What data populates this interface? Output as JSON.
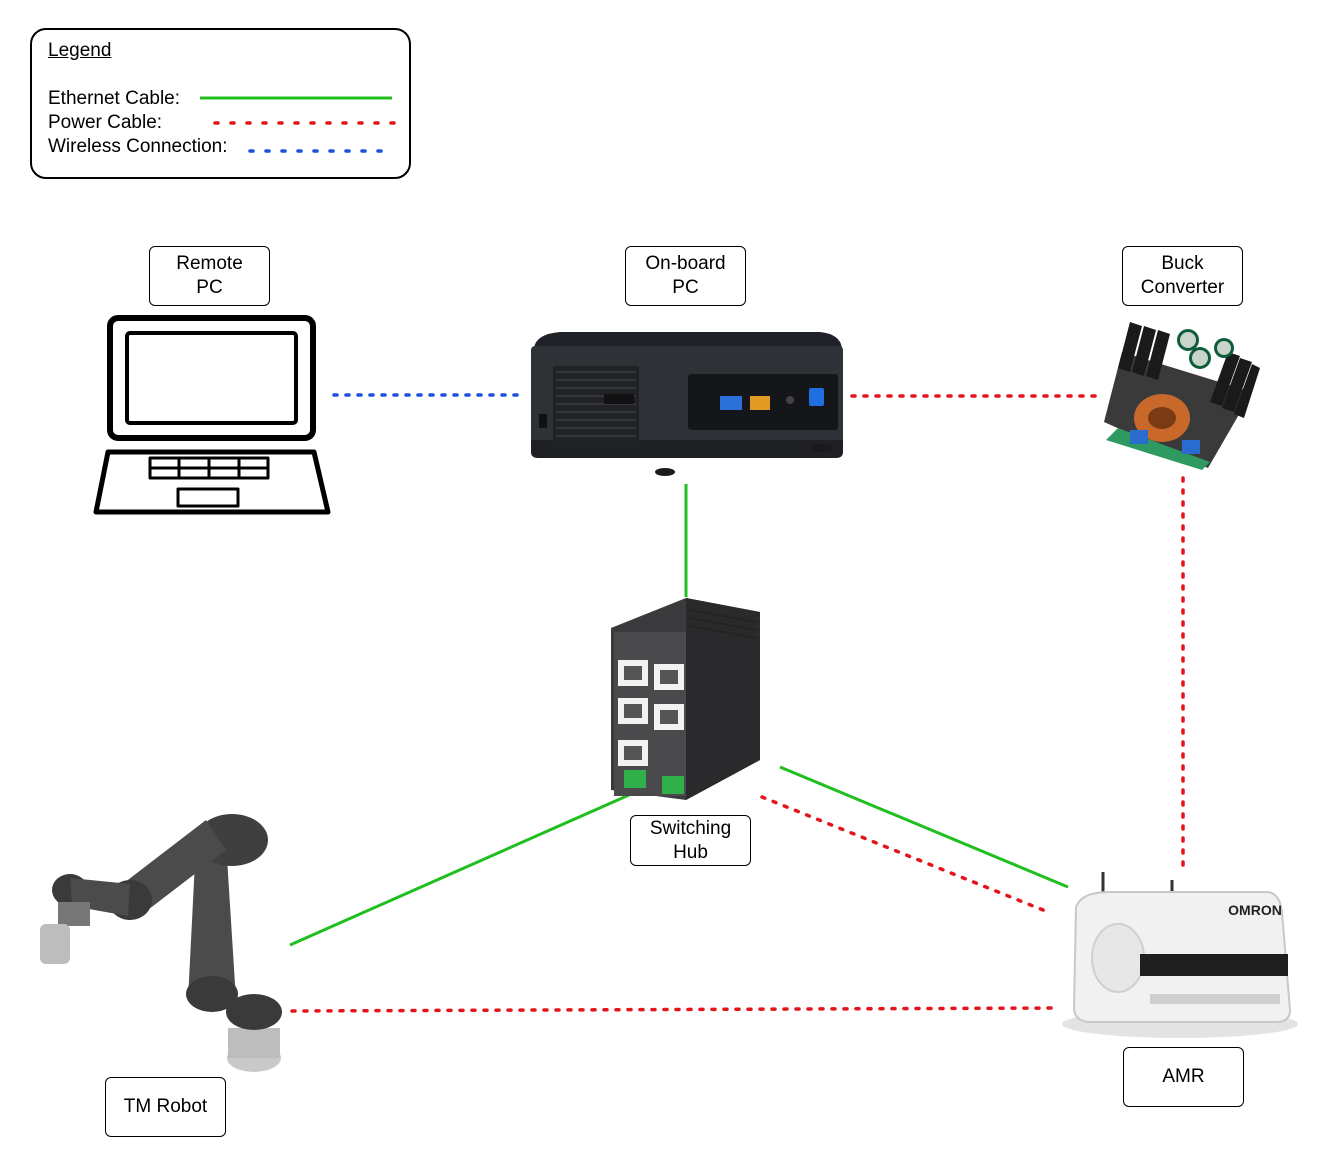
{
  "legend": {
    "title": "Legend",
    "items": [
      {
        "label": "Ethernet Cable:",
        "color": "#1fbf1f",
        "style": "solid"
      },
      {
        "label": "Power Cable:",
        "color": "#e5141b",
        "style": "dotted"
      },
      {
        "label": "Wireless Connection:",
        "color": "#1f4fe0",
        "style": "dotted"
      }
    ]
  },
  "nodes": {
    "remote_pc": "Remote\nPC",
    "onboard_pc": "On-board\nPC",
    "buck_converter": "Buck\nConverter",
    "switching_hub": "Switching\nHub",
    "tm_robot": "TM Robot",
    "amr": "AMR"
  },
  "amr_brand": "OMRON",
  "connections": [
    {
      "from": "Remote PC",
      "to": "On-board PC",
      "type": "wireless"
    },
    {
      "from": "On-board PC",
      "to": "Buck Converter",
      "type": "power"
    },
    {
      "from": "On-board PC",
      "to": "Switching Hub",
      "type": "ethernet"
    },
    {
      "from": "Buck Converter",
      "to": "AMR",
      "type": "power"
    },
    {
      "from": "Switching Hub",
      "to": "TM Robot",
      "type": "ethernet"
    },
    {
      "from": "Switching Hub",
      "to": "AMR",
      "type": "ethernet"
    },
    {
      "from": "Switching Hub",
      "to": "AMR",
      "type": "power"
    },
    {
      "from": "TM Robot",
      "to": "AMR",
      "type": "power"
    }
  ]
}
